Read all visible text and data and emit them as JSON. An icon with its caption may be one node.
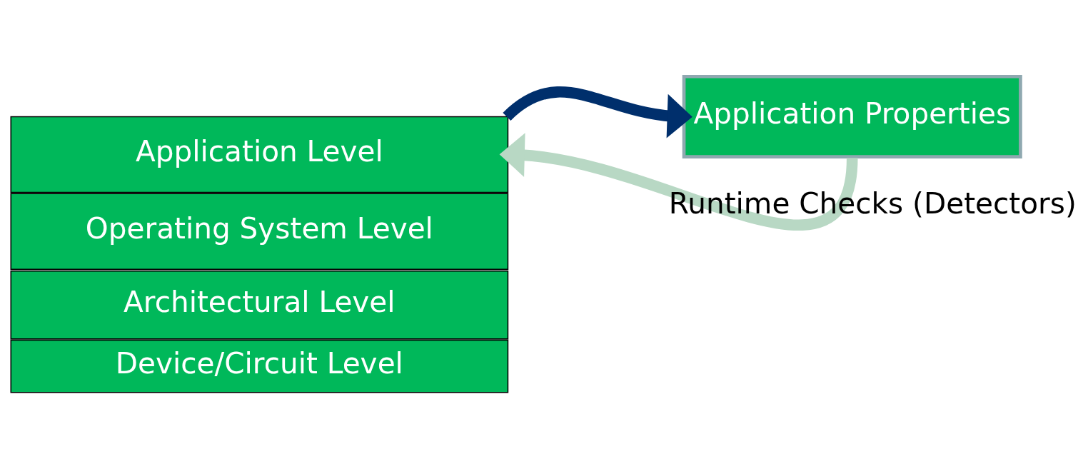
{
  "diagram": {
    "nodes": [
      {
        "text": [
          "Application Level"
        ]
      },
      {
        "text": [
          "Operating System Level"
        ]
      },
      {
        "text": [
          "Architectural Level"
        ]
      },
      {
        "text": [
          "Device/Circuit Level"
        ]
      },
      {
        "text": [
          "Application Properties"
        ]
      }
    ],
    "edges": [
      {
        "from": 0,
        "to": 4,
        "arrow": "to",
        "color": "#002f6c"
      },
      {
        "from": 4,
        "to": 0,
        "arrow": "to",
        "color": "#b8d8c4",
        "label": "Runtime Checks (Detectors)"
      }
    ]
  }
}
